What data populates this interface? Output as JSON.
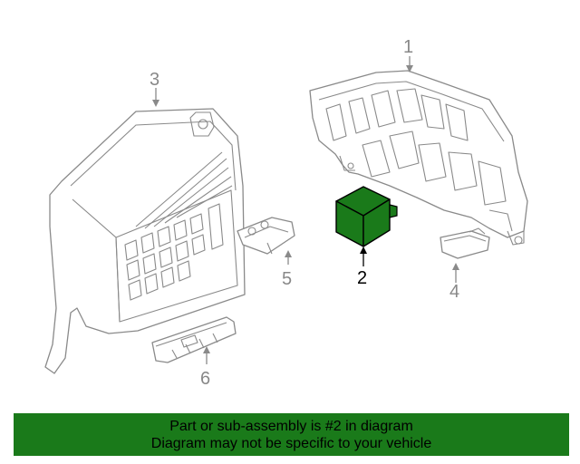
{
  "colors": {
    "highlight_part": "#1a7a1a",
    "banner_bg": "#1a7a1a",
    "line_gray": "#8a8a8a"
  },
  "callouts": {
    "c1": "1",
    "c2": "2",
    "c3": "3",
    "c4": "4",
    "c5": "5",
    "c6": "6"
  },
  "highlighted_callout": "2",
  "banner": {
    "line1": "Part or sub-assembly is #2 in diagram",
    "line2": "Diagram may not be specific to your vehicle"
  }
}
